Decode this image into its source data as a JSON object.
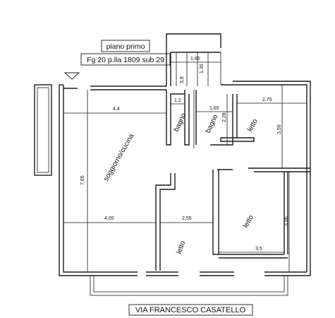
{
  "header": {
    "floor_label": "piano primo",
    "cadastral_ref": "Fg 20 p.lla 1809 sub 29"
  },
  "rooms": {
    "living": "soggiorno/cucina",
    "bath1": "bagno",
    "bath2": "bagno",
    "bed_top_right": "letto",
    "bed_center": "letto",
    "bed_bottom": "letto"
  },
  "dimensions": {
    "top_small_width": "1,65",
    "top_small_height1": "1,35",
    "stair_height": "3,8",
    "bath1_width": "1,2",
    "bath2_width": "1,65",
    "bath2_height": "2,28",
    "bed_top_right_width": "2,75",
    "bed_top_right_height": "3,59",
    "living_top_width": "4,4",
    "living_height": "7,65",
    "living_bottom_width": "4,05",
    "bed_bottom_width": "2,55",
    "bed_center_height": "3,96",
    "bed_center_width": "3,5"
  },
  "street": "VIA FRANCESCO CASATELLO"
}
